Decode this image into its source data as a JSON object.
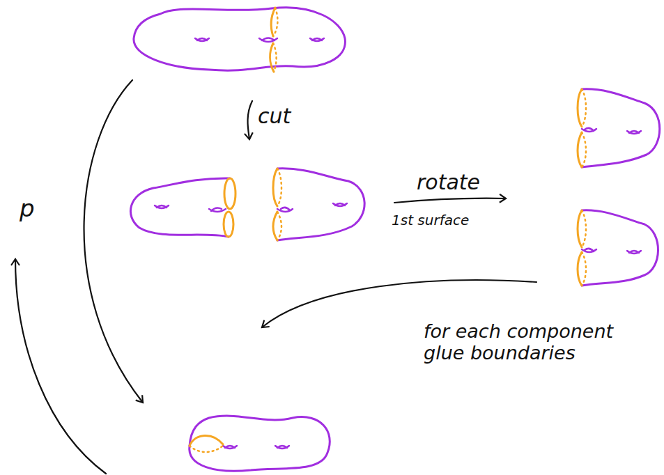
{
  "diagram": {
    "labels": [
      "cut",
      "p",
      "rotate",
      "1st surface",
      "for each component glue boundaries"
    ]
  }
}
